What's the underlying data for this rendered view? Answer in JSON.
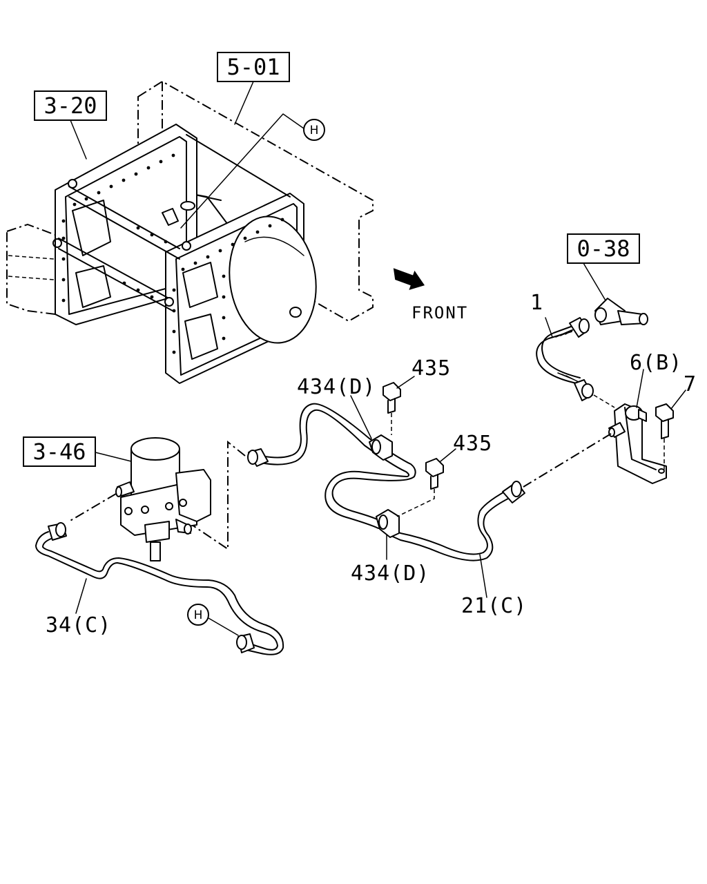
{
  "reference_boxes": {
    "ref_5_01": "5-01",
    "ref_3_20": "3-20",
    "ref_0_38": "0-38",
    "ref_3_46": "3-46"
  },
  "circle_markers": {
    "marker_top": "H",
    "marker_bottom": "H"
  },
  "direction": {
    "label": "FRONT"
  },
  "part_labels": {
    "p1": "1",
    "p6b": "6(B)",
    "p7": "7",
    "p435_top": "435",
    "p435_mid": "435",
    "p434d_top": "434(D)",
    "p434d_bottom": "434(D)",
    "p21c": "21(C)",
    "p34c": "34(C)"
  }
}
